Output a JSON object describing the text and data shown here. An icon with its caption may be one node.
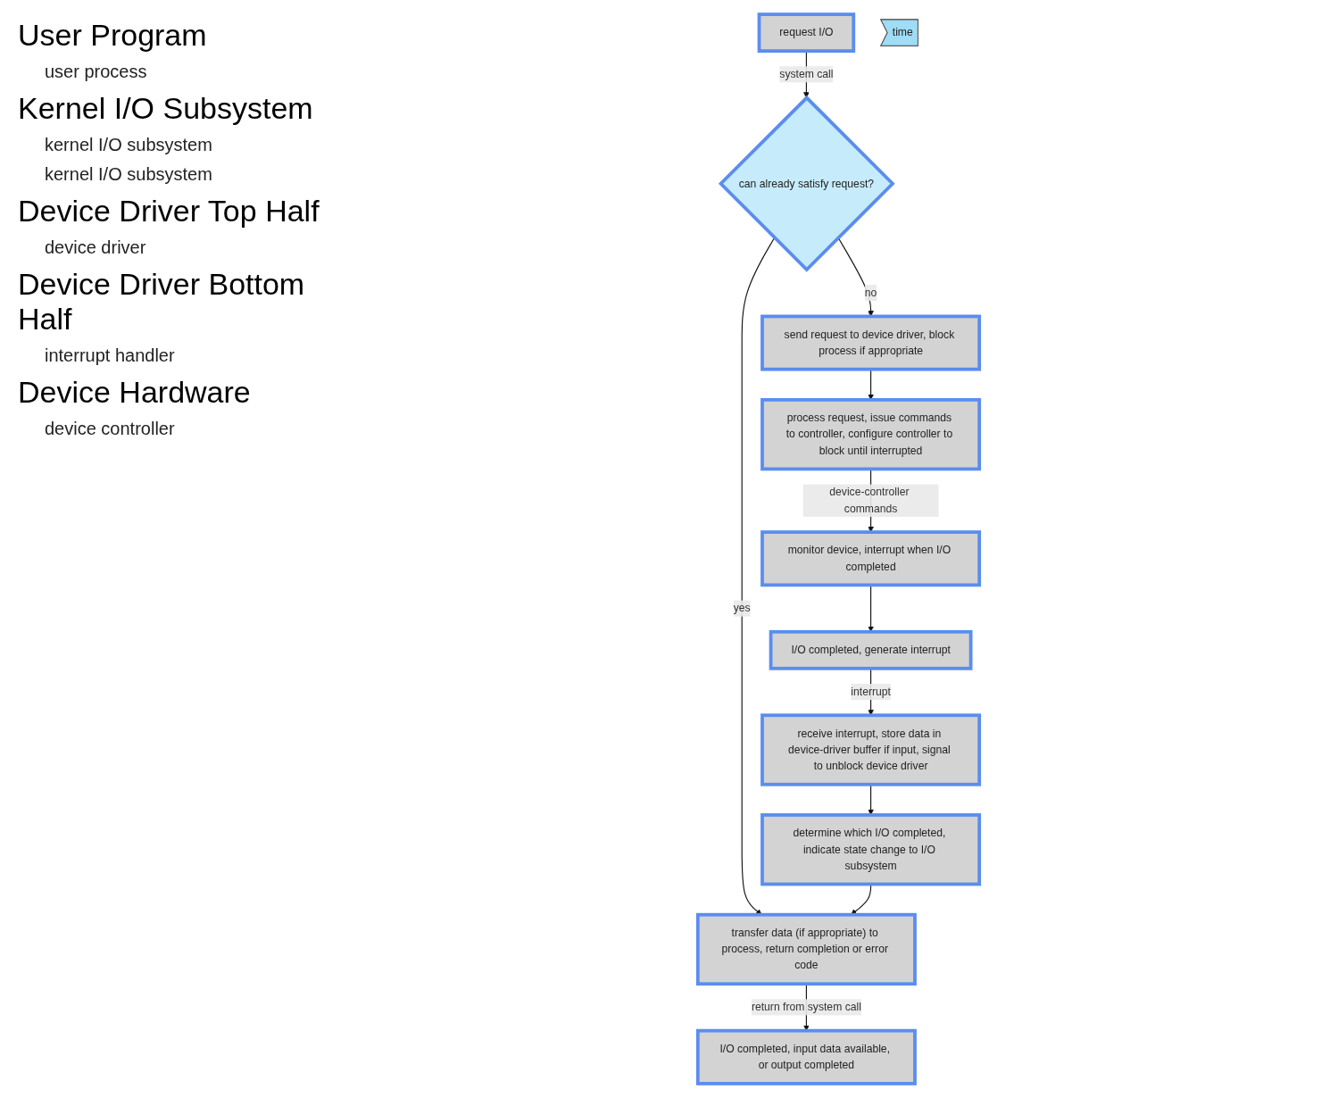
{
  "diagram": {
    "nodes": [
      {
        "text": [
          "request I/O"
        ]
      },
      {
        "text": [
          "I/O completed, input data available, or output completed"
        ]
      },
      {
        "text": [
          "can already satisfy request?"
        ]
      },
      {
        "text": [
          "transfer data (if appropriate) to process, return completion or error code"
        ]
      },
      {
        "text": [
          "send request to device driver, block process if appropriate"
        ]
      },
      {
        "text": [
          "process request, issue commands to controller, configure controller to block until interrupted"
        ]
      },
      {
        "text": [
          "determine which I/O completed, indicate state change to I/O subsystem"
        ]
      },
      {
        "text": [
          "receive interrupt, store data in device-driver buffer if input, signal to unblock device driver"
        ]
      },
      {
        "text": [
          "monitor device, interrupt when I/O completed"
        ]
      },
      {
        "text": [
          "I/O completed, generate interrupt"
        ]
      },
      {
        "text": [
          "time"
        ]
      }
    ],
    "edges": [
      {
        "from": 0,
        "to": 2,
        "arrow": "to",
        "label": "system call"
      },
      {
        "from": 2,
        "to": 3,
        "arrow": "to",
        "label": "yes"
      },
      {
        "from": 2,
        "to": 4,
        "arrow": "to",
        "label": "no"
      },
      {
        "from": 4,
        "to": 5,
        "arrow": "to"
      },
      {
        "from": 5,
        "to": 8,
        "arrow": "to",
        "label": "device-controller commands"
      },
      {
        "from": 8,
        "to": 9,
        "arrow": "to"
      },
      {
        "from": 9,
        "to": 7,
        "arrow": "to",
        "label": "interrupt"
      },
      {
        "from": 7,
        "to": 6,
        "arrow": "to"
      },
      {
        "from": 6,
        "to": 3,
        "arrow": "to"
      },
      {
        "from": 3,
        "to": 1,
        "arrow": "to",
        "label": "return from system call"
      }
    ],
    "labels": [
      "User Program",
      "user process",
      "Kernel I/O Subsystem",
      "kernel I/O subsystem",
      "kernel I/O subsystem",
      "Device Driver Top Half",
      "device driver",
      "Device Driver Bottom Half",
      "interrupt handler",
      "Device Hardware",
      "device controller"
    ]
  }
}
